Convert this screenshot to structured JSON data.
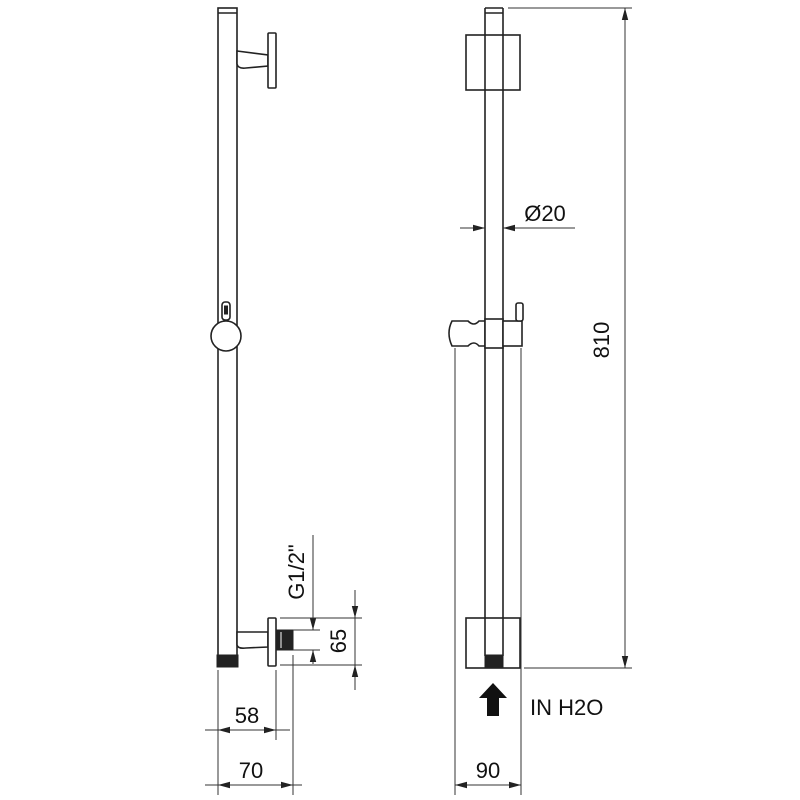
{
  "dimensions": {
    "dim_diameter": "Ø20",
    "dim_810": "810",
    "dim_thread": "G1/2\"",
    "dim_65": "65",
    "dim_58": "58",
    "dim_70": "70",
    "dim_90": "90"
  },
  "inlet_label": "IN H2O",
  "colors": {
    "line": "#222222",
    "background": "#ffffff"
  }
}
